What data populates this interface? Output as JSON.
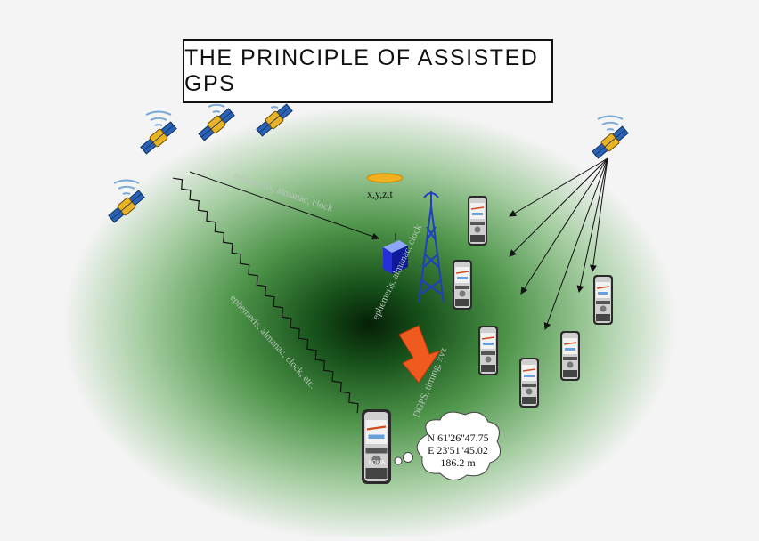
{
  "slide": {
    "title": "THE PRINCIPLE OF ASSISTED GPS"
  },
  "labels": {
    "position_time": "x,y,z,t",
    "coord_line1": "N 61'26''47.75",
    "coord_line2": "E 23'51''45.02",
    "coord_line3": "186.2 m",
    "faint_top": "ephemeris, almanac, clock",
    "faint_left": "ephemeris, almanac, clock, etc.",
    "faint_center": "ephemeris, almanac, clock",
    "faint_right": "DGPS, timing, xyz"
  },
  "phone": {
    "brand": "NOKIA"
  },
  "colors": {
    "ellipse_center": "#062a08",
    "ellipse_mid": "#5fa65b",
    "tower": "#1f3fbf",
    "arrow_orange": "#ef5a1f",
    "halo": "#f0b020"
  },
  "icons": {
    "satellite": "satellite-icon",
    "tower": "cell-tower-icon",
    "server": "server-cube-icon",
    "phone": "mobile-phone-icon"
  }
}
